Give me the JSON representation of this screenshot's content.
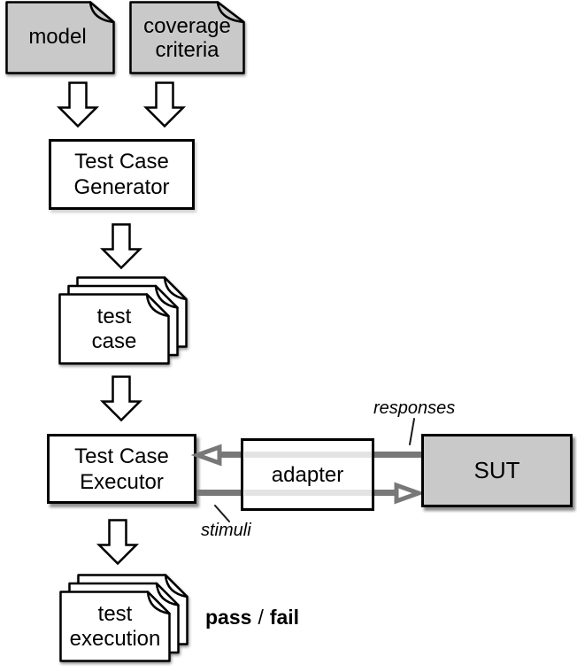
{
  "diagram": {
    "type": "flowchart",
    "subject": "model-based testing workflow",
    "nodes": {
      "model": {
        "label": "model"
      },
      "coverage_criteria": {
        "line1": "coverage",
        "line2": "criteria"
      },
      "test_case_generator": {
        "line1": "Test Case",
        "line2": "Generator"
      },
      "test_case_stack": {
        "line1": "test",
        "line2": "case"
      },
      "test_case_executor": {
        "line1": "Test Case",
        "line2": "Executor"
      },
      "adapter": {
        "label": "adapter"
      },
      "sut": {
        "label": "SUT"
      },
      "test_execution_stack": {
        "line1": "test",
        "line2": "execution"
      }
    },
    "annotations": {
      "responses": "responses",
      "stimuli": "stimuli",
      "verdict": {
        "pass": "pass",
        "separator": "/",
        "fail": "fail"
      }
    },
    "colors": {
      "document_fill": "#c9c9c9",
      "sut_fill": "#c9c9c9",
      "box_fill": "#ffffff",
      "outline": "#000000",
      "connector": "#787878",
      "connector_pale": "#e3e3e3"
    }
  }
}
